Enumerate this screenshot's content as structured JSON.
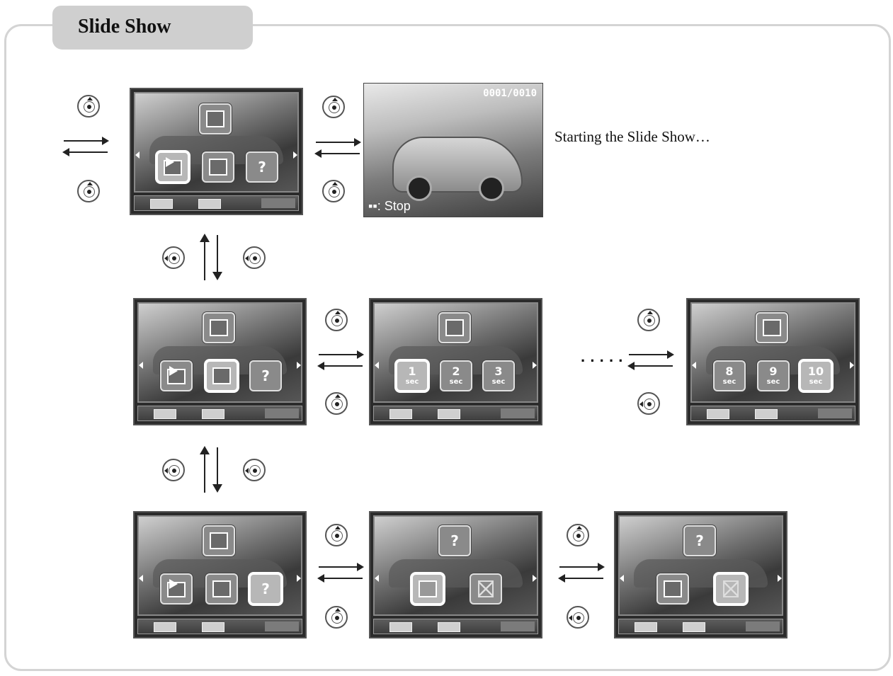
{
  "section": {
    "title": "Slide Show"
  },
  "caption": "Starting the Slide Show…",
  "ellipsis": "·····",
  "slideshow_preview": {
    "counter": "0001/0010",
    "stop_label": "▪▪: Stop"
  },
  "interval_icons": {
    "first": [
      {
        "num": "1",
        "unit": "sec"
      },
      {
        "num": "2",
        "unit": "sec"
      },
      {
        "num": "3",
        "unit": "sec"
      }
    ],
    "last": [
      {
        "num": "8",
        "unit": "sec"
      },
      {
        "num": "9",
        "unit": "sec"
      },
      {
        "num": "10",
        "unit": "sec"
      }
    ]
  },
  "icons": {
    "help": "?"
  }
}
